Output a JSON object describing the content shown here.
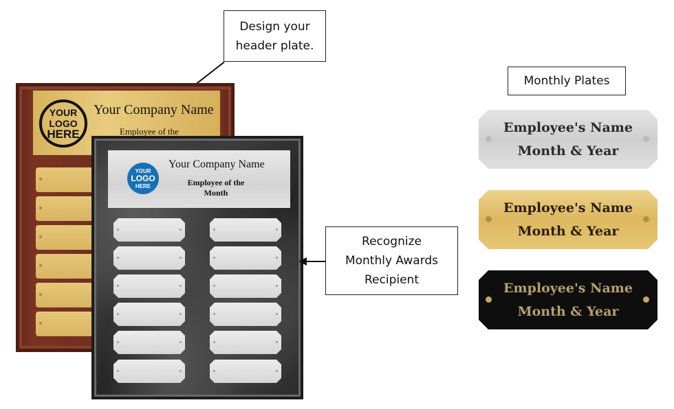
{
  "callouts": {
    "header": {
      "lines": [
        "Design your",
        "header plate."
      ]
    },
    "monthly_awards": {
      "lines": [
        "Recognize",
        "Monthly Awards",
        "Recipient"
      ]
    },
    "monthly_plates": {
      "label": "Monthly Plates"
    }
  },
  "wood_plaque": {
    "logo_lines": [
      "YOUR",
      "LOGO",
      "HERE"
    ],
    "company_name": "Your Company Name",
    "subtitle": "Employee of the",
    "row_count": 6,
    "colors": {
      "wood": "#6b2c1c",
      "gold": "#dfbd6c"
    }
  },
  "marble_plaque": {
    "logo_lines": [
      "YOUR",
      "LOGO",
      "HERE"
    ],
    "company_name": "Your Company Name",
    "subtitle_lines": [
      "Employee of the",
      "Month"
    ],
    "rows": 6,
    "columns": 2,
    "colors": {
      "marble": "#2c2c2c",
      "silver": "#dcdcdc",
      "logo_blue": "#1670b8"
    }
  },
  "plates": [
    {
      "finish": "silver",
      "line1": "Employee's Name",
      "line2": "Month & Year",
      "bg": "#d8d8d8",
      "text": "#2a2a2a"
    },
    {
      "finish": "gold",
      "line1": "Employee's Name",
      "line2": "Month & Year",
      "bg": "#e2c06c",
      "text": "#2a1c08"
    },
    {
      "finish": "black",
      "line1": "Employee's Name",
      "line2": "Month & Year",
      "bg": "#0e0e0e",
      "text": "#b8a06a"
    }
  ]
}
